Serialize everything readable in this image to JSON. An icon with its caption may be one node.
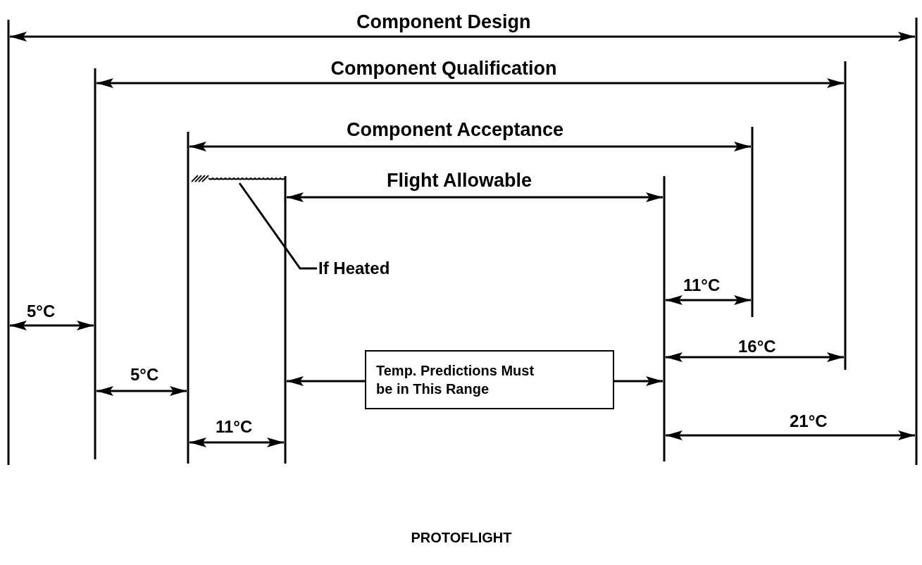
{
  "diagram": {
    "caption": "PROTOFLIGHT",
    "nodes": [
      {
        "text": [],
        "shape": "bar"
      },
      {
        "text": [
          "If Heated"
        ]
      },
      {
        "text": [
          "Temp. Predictions Must be in This Range"
        ]
      }
    ],
    "edges": [
      {
        "from": 1,
        "to": 0,
        "arrow": "none"
      },
      {
        "from": 2,
        "to": null,
        "arrow": "to"
      },
      {
        "from": 2,
        "to": null,
        "arrow": "to"
      }
    ],
    "labels": [
      "Component Design",
      "Component Qualification",
      "Component Acceptance",
      "Flight Allowable",
      "11°C",
      "5°C",
      "16°C",
      "5°C",
      "11°C",
      "21°C"
    ]
  }
}
